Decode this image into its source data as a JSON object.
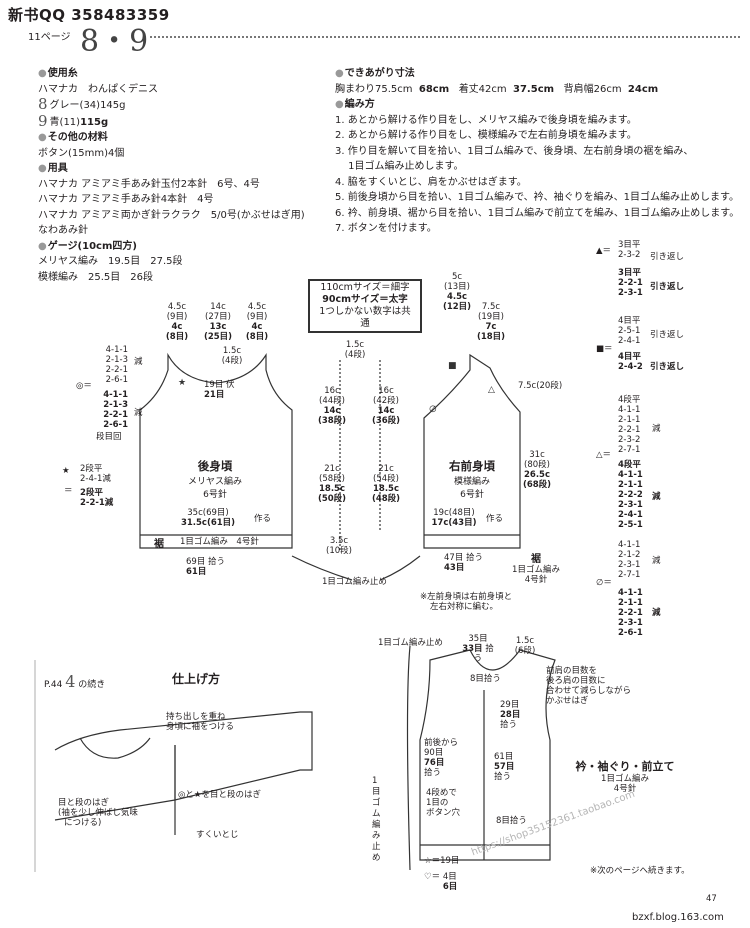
{
  "header": {
    "title": "新书QQ 358483359",
    "page_label": "11ページ",
    "pattern_numbers": "8・9"
  },
  "materials": {
    "yarn_heading": "使用糸",
    "yarn_brand": "ハマナカ　わんぱくデニス",
    "yarn8_num": "8",
    "yarn8_text": "グレー(34)145g",
    "yarn9_num": "9",
    "yarn9_text": "青(11)",
    "yarn9_bold": "115g",
    "other_heading": "その他の材料",
    "buttons": "ボタン(15mm)4個",
    "tools_heading": "用具",
    "tool1": "ハマナカ アミアミ手あみ針玉付2本針　6号、4号",
    "tool2": "ハマナカ アミアミ手あみ針4本針　4号",
    "tool3": "ハマナカ アミアミ両かぎ針ラクラク　5/0号(かぶせはぎ用)",
    "tool4": "なわあみ針",
    "gauge_heading": "ゲージ(10cm四方)",
    "gauge1": "メリヤス編み　19.5目　27.5段",
    "gauge2": "模様編み　25.5目　26段"
  },
  "finished": {
    "heading": "できあがり寸法",
    "size_normal": "胸まわり75.5cm",
    "size_bold1": "68cm",
    "length_normal": "着丈42cm",
    "length_bold": "37.5cm",
    "shoulder_normal": "背肩幅26cm",
    "shoulder_bold": "24cm"
  },
  "howto": {
    "heading": "編み方",
    "steps": [
      "1. あとから解ける作り目をし、メリヤス編みで後身頃を編みます。",
      "2. あとから解ける作り目をし、模様編みで左右前身頃を編みます。",
      "3. 作り目を解いて目を拾い、1目ゴム編みで、後身頃、左右前身頃の裾を編み、",
      "　 1目ゴム編み止めします。",
      "4. 脇をすくいとじ、肩をかぶせはぎます。",
      "5. 前後身頃から目を拾い、1目ゴム編みで、衿、袖ぐりを編み、1目ゴム編み止めします。",
      "6. 衿、前身頃、裾から目を拾い、1目ゴム編みで前立てを編み、1目ゴム編み止めします。",
      "7. ボタンを付けます。"
    ]
  },
  "legend": {
    "line1": "110cmサイズ＝細字",
    "line2": "90cmサイズ＝太字",
    "line3": "1つしかない数字は共通"
  },
  "back": {
    "title": "後身頃",
    "stitch": "メリヤス編み",
    "needle": "6号針",
    "top_left": [
      "4.5c",
      "(9目)",
      "4c",
      "(8目)"
    ],
    "top_mid": [
      "14c",
      "(27目)",
      "13c",
      "(25目)"
    ],
    "top_right": [
      "4.5c",
      "(9目)",
      "4c",
      "(8目)"
    ],
    "neck_depth": [
      "1.5c",
      "(4段)"
    ],
    "neck_center": [
      "19目",
      "21目"
    ],
    "neck_fuse": "伏",
    "dec_thin": [
      "4-1-1",
      "2-1-3",
      "2-2-1",
      "2-6-1"
    ],
    "dec_bold": [
      "4-1-1",
      "2-1-3",
      "2-2-1",
      "2-6-1"
    ],
    "dec_label": "減",
    "row_start": "段目回",
    "width_thin": "35c(69目)",
    "width_bold": "31.5c(61目)",
    "make": "作る",
    "rib": "1目ゴム編み　4号針",
    "hem": "裾",
    "pick1": "69目",
    "pick2": "61目",
    "pick_label": "拾う",
    "star_thin": [
      "2段平",
      "2-4-1減"
    ],
    "star_bold": [
      "2段平",
      "2-2-1減"
    ],
    "star_sym": "★",
    "circle_sym": "◎＝"
  },
  "mid_dims": {
    "col1": [
      "1.5c",
      "(4段)",
      "16c",
      "(44段)",
      "14c",
      "(38段)",
      "21c",
      "(58段)",
      "18.5c",
      "(50段)",
      "3.5c",
      "(10段)"
    ],
    "col2": [
      "16c",
      "(42段)",
      "14c",
      "(36段)",
      "21c",
      "(54段)",
      "18.5c",
      "(48段)"
    ],
    "rib_stop": "1目ゴム編み止め"
  },
  "front": {
    "title": "右前身頃",
    "stitch": "模様編み",
    "needle": "6号針",
    "top": [
      "5c",
      "(13目)",
      "4.5c",
      "(12目)"
    ],
    "top2": [
      "7.5c",
      "(19目)",
      "7c",
      "(18目)"
    ],
    "neck_v": "7.5c(20段)",
    "side": [
      "31c",
      "(80段)",
      "26.5c",
      "(68段)"
    ],
    "width_thin": "19c(48目)",
    "width_bold": "17c(43目)",
    "make": "作る",
    "pick1": "47目",
    "pick2": "43目",
    "pick_label": "拾う",
    "hem": "裾",
    "rib": "1目ゴム編み",
    "rib_needle": "4号針",
    "note1": "※左前身頃は右前身頃と",
    "note2": "左右対称に編む。"
  },
  "right_legend": {
    "tri1_thin": [
      "3目平",
      "2-3-2"
    ],
    "tri1_bold": [
      "3目平",
      "2-2-1",
      "2-3-1"
    ],
    "tri1_label": "引き返し",
    "sq_thin": [
      "4目平",
      "2-5-1",
      "2-4-1"
    ],
    "sq_bold": [
      "4目平",
      "2-4-2"
    ],
    "sq_label": "引き返し",
    "tri2_thin": [
      "4段平",
      "4-1-1",
      "2-1-1",
      "2-2-1",
      "2-3-2",
      "2-7-1"
    ],
    "tri2_bold": [
      "4段平",
      "4-1-1",
      "2-1-1",
      "2-2-2",
      "2-3-1",
      "2-4-1",
      "2-5-1"
    ],
    "tri2_label": "減",
    "phi_thin": [
      "4-1-1",
      "2-1-2",
      "2-3-1",
      "2-7-1"
    ],
    "phi_bold": [
      "4-1-1",
      "2-1-1",
      "2-2-1",
      "2-3-1",
      "2-6-1"
    ],
    "phi_label": "減"
  },
  "finishing": {
    "cont_ref": "P.44",
    "cont_num": "4",
    "cont_text": "の続き",
    "title": "仕上げ方",
    "note_hold": "持ち出しを重ね",
    "note_hold2": "身頃に袖をつける",
    "note_join": "目と段のはぎ",
    "note_join2": "(袖を少し伸ばし気味",
    "note_join3": "につける)",
    "note_mark": "◎と★を目と段のはぎ",
    "note_seam": "すくいとじ"
  },
  "assembly": {
    "rib_stop": "1目ゴム編み止め",
    "top_pick": [
      "35目",
      "33目",
      "拾う"
    ],
    "corner": [
      "1.5c",
      "(6段)"
    ],
    "pick8": "8目拾う",
    "shoulder_note": [
      "前肩の目数を",
      "後ろ肩の目数に",
      "合わせて減らしながら",
      "かぶせはぎ"
    ],
    "pick29": [
      "29目",
      "28目",
      "拾う"
    ],
    "pick90": [
      "前後から",
      "90目",
      "76目",
      "拾う"
    ],
    "pick61": [
      "61目",
      "57目",
      "拾う"
    ],
    "buttonhole": [
      "4段めで",
      "1目の",
      "ボタン穴"
    ],
    "pick8b": "8目拾う",
    "title": "衿・袖ぐり・前立て",
    "rib": "1目ゴム編み",
    "needle": "4号針",
    "vertical": "1目ゴム編み止め",
    "star19": "☆＝19目",
    "heart": [
      "♡＝",
      "4目",
      "6目"
    ],
    "watermark": "https://shop35152361.taobao.com"
  },
  "footer": {
    "next": "※次のページへ続きます。",
    "page": "47",
    "site": "bzxf.blog.163.com"
  }
}
